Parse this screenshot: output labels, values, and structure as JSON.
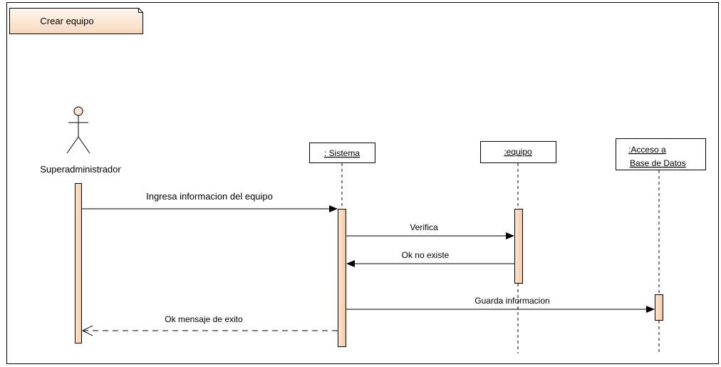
{
  "frame": {
    "title": "Crear equipo"
  },
  "actor": {
    "name": "Superadministrador"
  },
  "lifelines": [
    {
      "id": "sistema",
      "label": ": Sistema"
    },
    {
      "id": "equipo",
      "label": ":equipo"
    },
    {
      "id": "acceso",
      "label_line1": ":Acceso a",
      "label_line2": "Base de Datos"
    }
  ],
  "messages": [
    {
      "id": "m1",
      "label": "Ingresa informacion del equipo",
      "kind": "sync"
    },
    {
      "id": "m2",
      "label": "Verifica",
      "kind": "sync"
    },
    {
      "id": "m3",
      "label": "Ok no existe",
      "kind": "sync"
    },
    {
      "id": "m4",
      "label": "Guarda informacion",
      "kind": "sync"
    },
    {
      "id": "m5",
      "label": "Ok mensaje de exito",
      "kind": "return"
    }
  ],
  "colors": {
    "frame_fill": "#fbe3cf",
    "activation_fill": "#f9d3b4",
    "box_fill": "#ffffff",
    "line": "#000000"
  }
}
